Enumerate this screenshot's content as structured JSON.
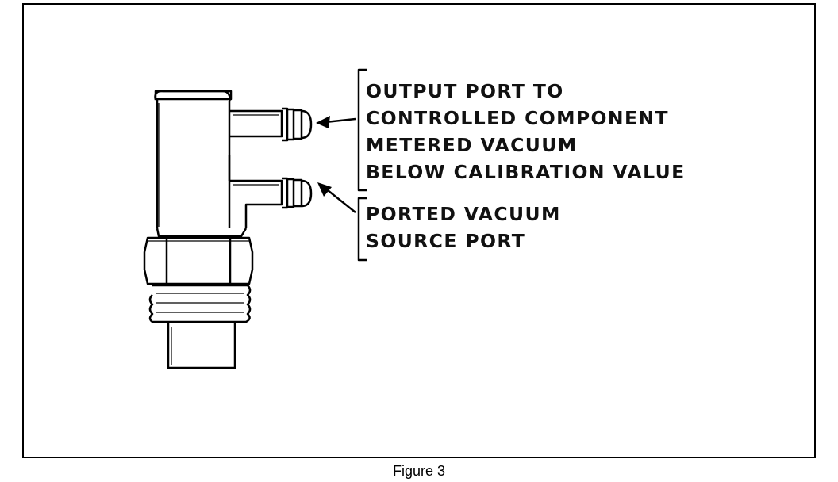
{
  "callouts": {
    "output_port": {
      "lines": [
        "OUTPUT PORT TO",
        "CONTROLLED COMPONENT",
        "METERED VACUUM",
        "BELOW CALIBRATION VALUE"
      ]
    },
    "ported_vacuum": {
      "lines": [
        "PORTED VACUUM",
        "SOURCE PORT"
      ]
    }
  },
  "caption": "Figure 3",
  "colors": {
    "ink": "#000000",
    "background": "#ffffff"
  }
}
